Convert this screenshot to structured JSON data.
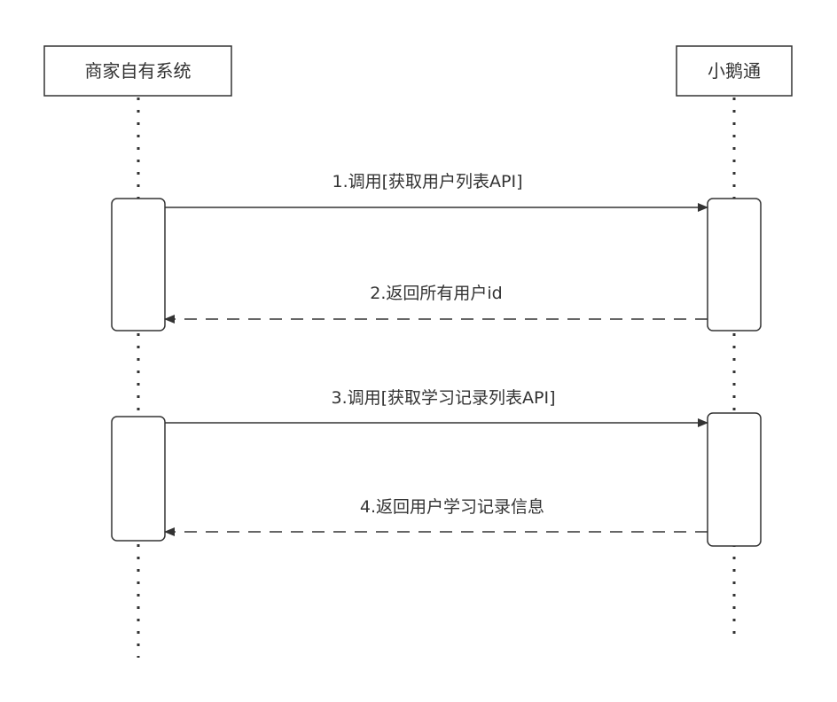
{
  "diagram": {
    "type": "sequence",
    "line_color": "#333333",
    "participants": [
      {
        "id": "merchant",
        "label": "商家自有系统"
      },
      {
        "id": "xiaoe",
        "label": "小鹅通"
      }
    ],
    "messages": [
      {
        "index": 1,
        "from": "merchant",
        "to": "xiaoe",
        "style": "solid",
        "label": "1.调用[获取用户列表API]"
      },
      {
        "index": 2,
        "from": "xiaoe",
        "to": "merchant",
        "style": "dashed",
        "label": "2.返回所有用户id"
      },
      {
        "index": 3,
        "from": "merchant",
        "to": "xiaoe",
        "style": "solid",
        "label": "3.调用[获取学习记录列表API]"
      },
      {
        "index": 4,
        "from": "xiaoe",
        "to": "merchant",
        "style": "dashed",
        "label": "4.返回用户学习记录信息"
      }
    ]
  }
}
